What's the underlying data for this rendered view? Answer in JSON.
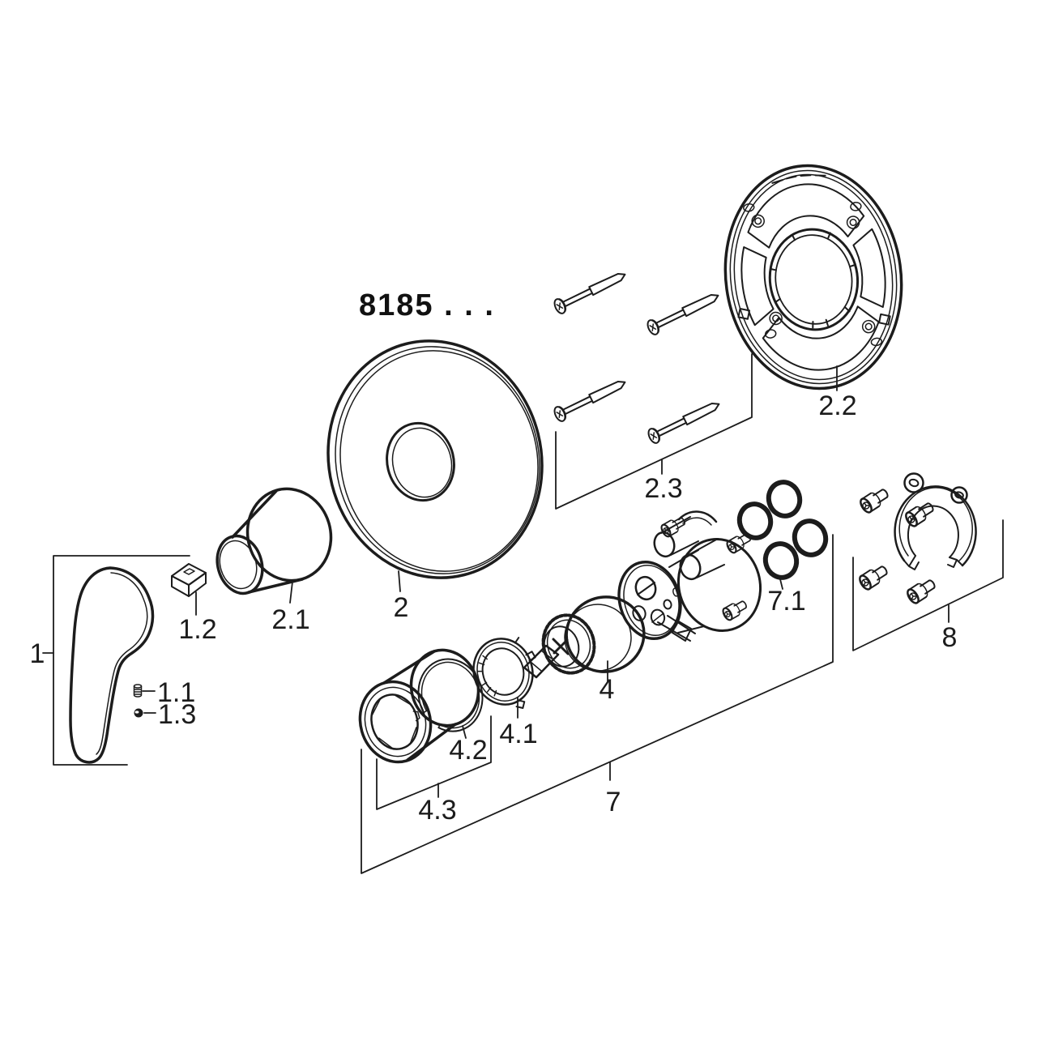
{
  "title": "8185 . . .",
  "labels": {
    "part1": "1",
    "part1_1": "1.1",
    "part1_2": "1.2",
    "part1_3": "1.3",
    "part2": "2",
    "part2_1": "2.1",
    "part2_2": "2.2",
    "part2_3": "2.3",
    "part4": "4",
    "part4_1": "4.1",
    "part4_2": "4.2",
    "part4_3": "4.3",
    "part7": "7",
    "part7_1": "7.1",
    "part8": "8"
  },
  "colors": {
    "line": "#1c1c1c",
    "background": "#ffffff"
  }
}
